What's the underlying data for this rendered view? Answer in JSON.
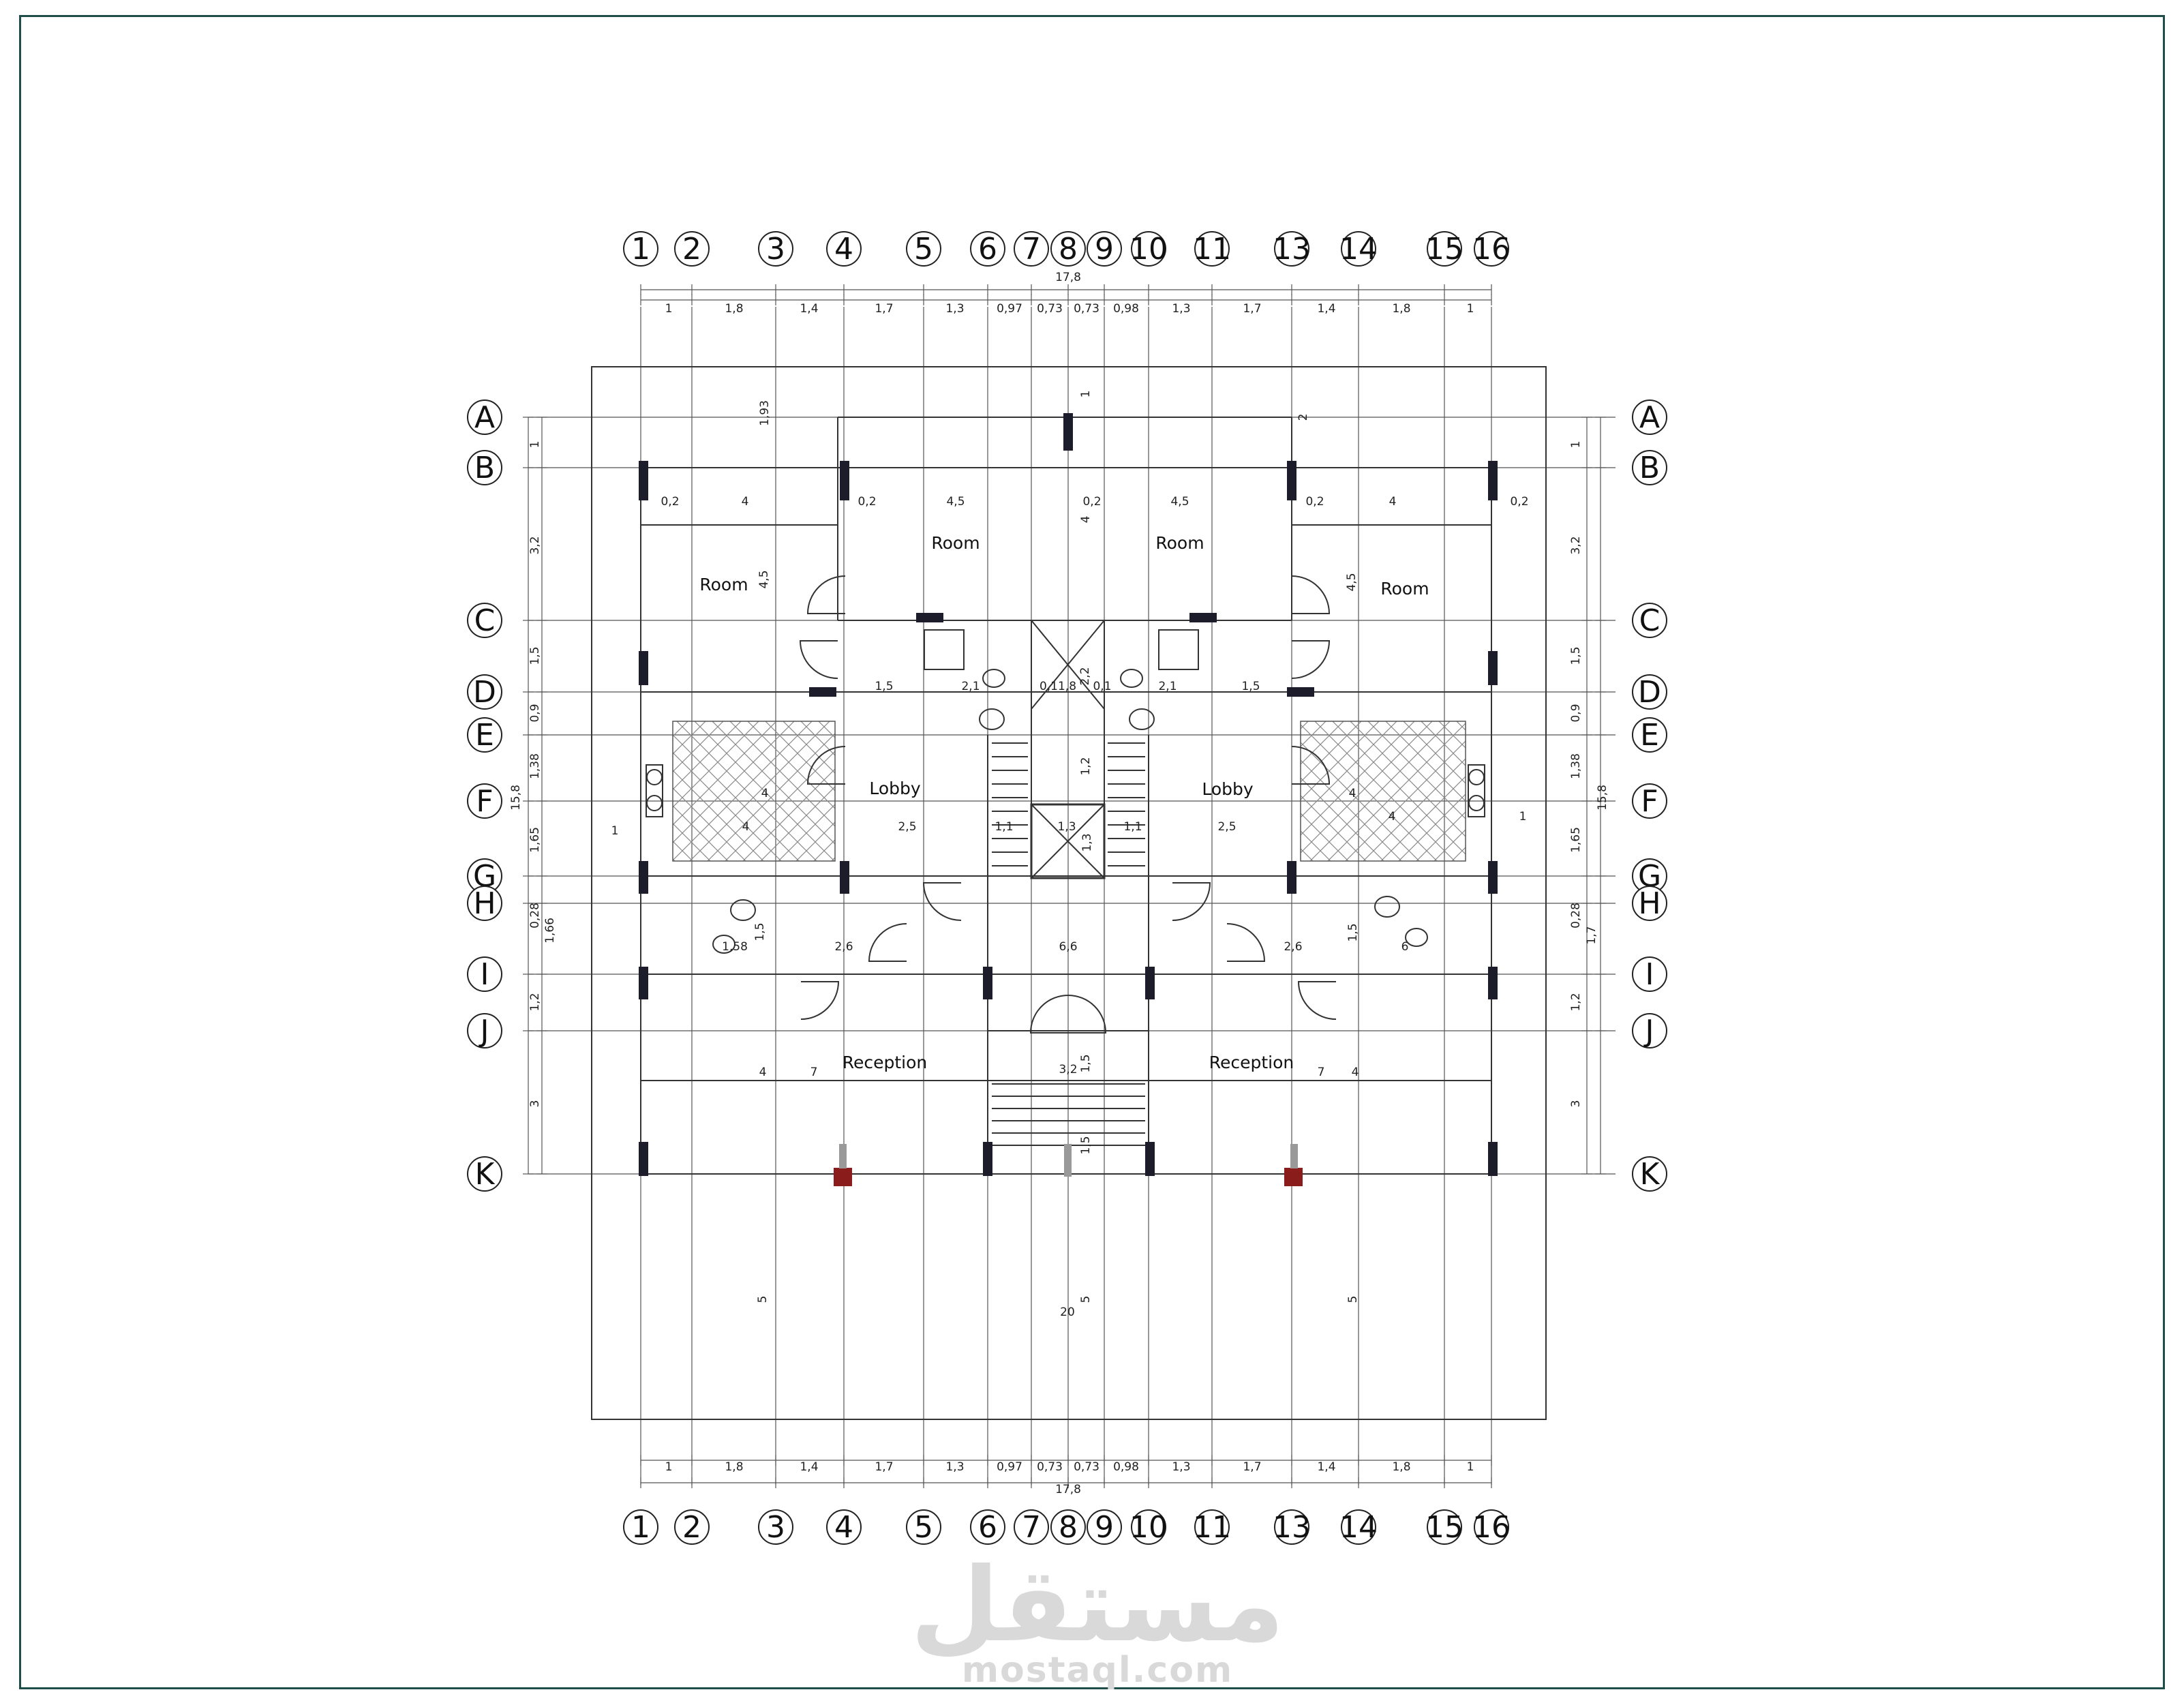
{
  "column_axes": [
    "1",
    "2",
    "3",
    "4",
    "5",
    "6",
    "7",
    "8",
    "9",
    "10",
    "11",
    "13",
    "14",
    "15",
    "16"
  ],
  "row_axes": [
    "A",
    "B",
    "C",
    "D",
    "E",
    "F",
    "G",
    "H",
    "I",
    "J",
    "K"
  ],
  "span_dims": [
    "1",
    "1,8",
    "1,4",
    "1,7",
    "1,3",
    "0,97",
    "0,73",
    "0,73",
    "0,98",
    "1,3",
    "1,7",
    "1,4",
    "1,8",
    "1"
  ],
  "total_width": "17,8",
  "left_row_dims": [
    "1",
    "3,2",
    "1,5",
    "0,9",
    "1,38",
    "1,65",
    "0,28",
    "1,2",
    "3"
  ],
  "right_row_dims": [
    "1",
    "3,2",
    "1,5",
    "0,9",
    "1,38",
    "1,65",
    "0,28",
    "1,2",
    "3"
  ],
  "overall_height_left": "15,8",
  "overall_height_right": "15,8",
  "rooms": {
    "room_left_outer": "Room",
    "room_left_inner": "Room",
    "room_right_inner": "Room",
    "room_right_outer": "Room",
    "lobby_left": "Lobby",
    "lobby_right": "Lobby",
    "reception_left": "Reception",
    "reception_right": "Reception"
  },
  "inner_dims": {
    "d_193": "1,93",
    "d_1a": "1",
    "d_2": "2",
    "d_02a": "0,2",
    "d_4a": "4",
    "d_02b": "0,2",
    "d_45a": "4,5",
    "d_02c": "0,2",
    "d_4v": "4",
    "d_45b": "4,5",
    "d_02d": "0,2",
    "d_4b": "4",
    "d_02e": "0,2",
    "d_45v_l": "4,5",
    "d_45v_r": "4,5",
    "d_15a": "1,5",
    "d_21a": "2,1",
    "d_0118": "0,11,8",
    "d_22": "2,2",
    "d_01": "0,1",
    "d_21b": "2,1",
    "d_15b": "1,5",
    "d_12": "1,2",
    "d_4c": "4",
    "d_4d": "4",
    "d_4e": "4",
    "d_4f": "4",
    "d_1l": "1",
    "d_1r": "1",
    "d_25a": "2,5",
    "d_11a": "1,1",
    "d_13a": "1,3",
    "d_13b": "1,3",
    "d_11b": "1,1",
    "d_25b": "2,5",
    "d_166": "1,66",
    "d_158": "1,58",
    "d_15c": "1,5",
    "d_26a": "2,6",
    "d_66": "6,6",
    "d_26b": "2,6",
    "d_15d": "1,5",
    "d_6": "6",
    "d_17": "1,7",
    "d_7a": "7",
    "d_4g": "4",
    "d_32": "3,2",
    "d_15e": "1,5",
    "d_7b": "7",
    "d_4h": "4",
    "d_15f": "1,5",
    "d_5a": "5",
    "d_5b": "5",
    "d_5c": "5",
    "d_20": "20"
  },
  "watermark": {
    "arabic": "مستقل",
    "latin": "mostaql.com"
  }
}
